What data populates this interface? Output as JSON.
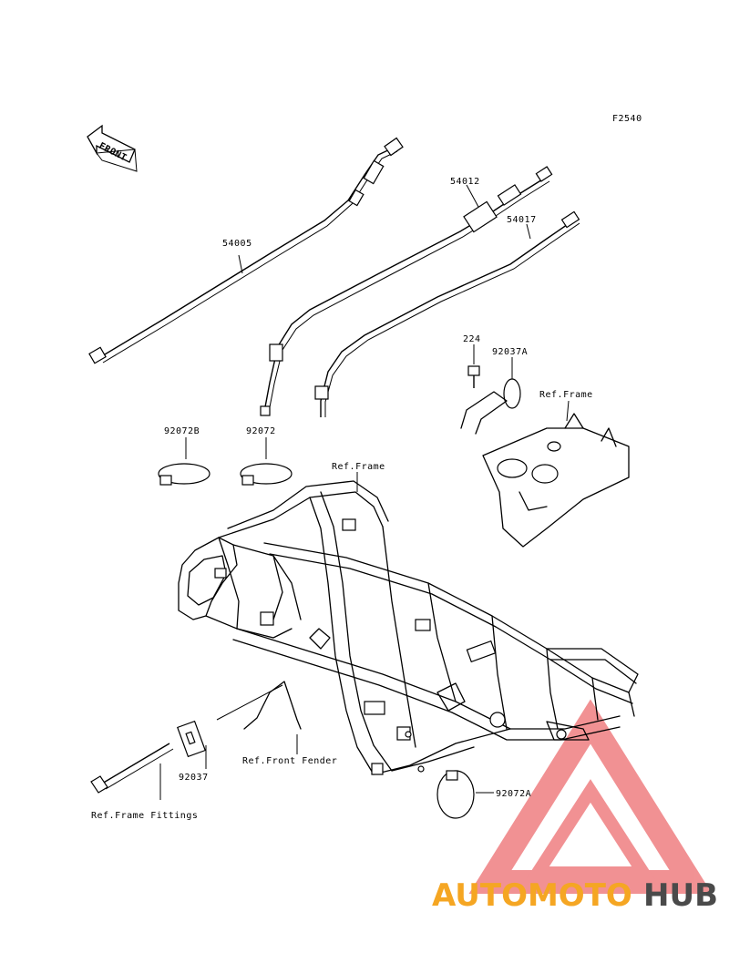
{
  "diagram": {
    "code": "F2540",
    "front_label": "FRONT",
    "parts": {
      "cable_54005": "54005",
      "cable_54012": "54012",
      "cable_54017": "54017",
      "bolt_224": "224",
      "clamp_92037A": "92037A",
      "band_92072B": "92072B",
      "band_92072": "92072",
      "band_92072A": "92072A",
      "clamp_92037": "92037"
    },
    "refs": {
      "frame_upper": "Ref.Frame",
      "frame_mid": "Ref.Frame",
      "front_fender": "Ref.Front Fender",
      "frame_fittings": "Ref.Frame Fittings"
    }
  },
  "watermark": {
    "brand_part1": "AUTOMOTO",
    "brand_part2": "HUB",
    "colors": {
      "primary": "#e8494d",
      "secondary": "#f5a623",
      "dark": "#4a4a4a"
    }
  }
}
